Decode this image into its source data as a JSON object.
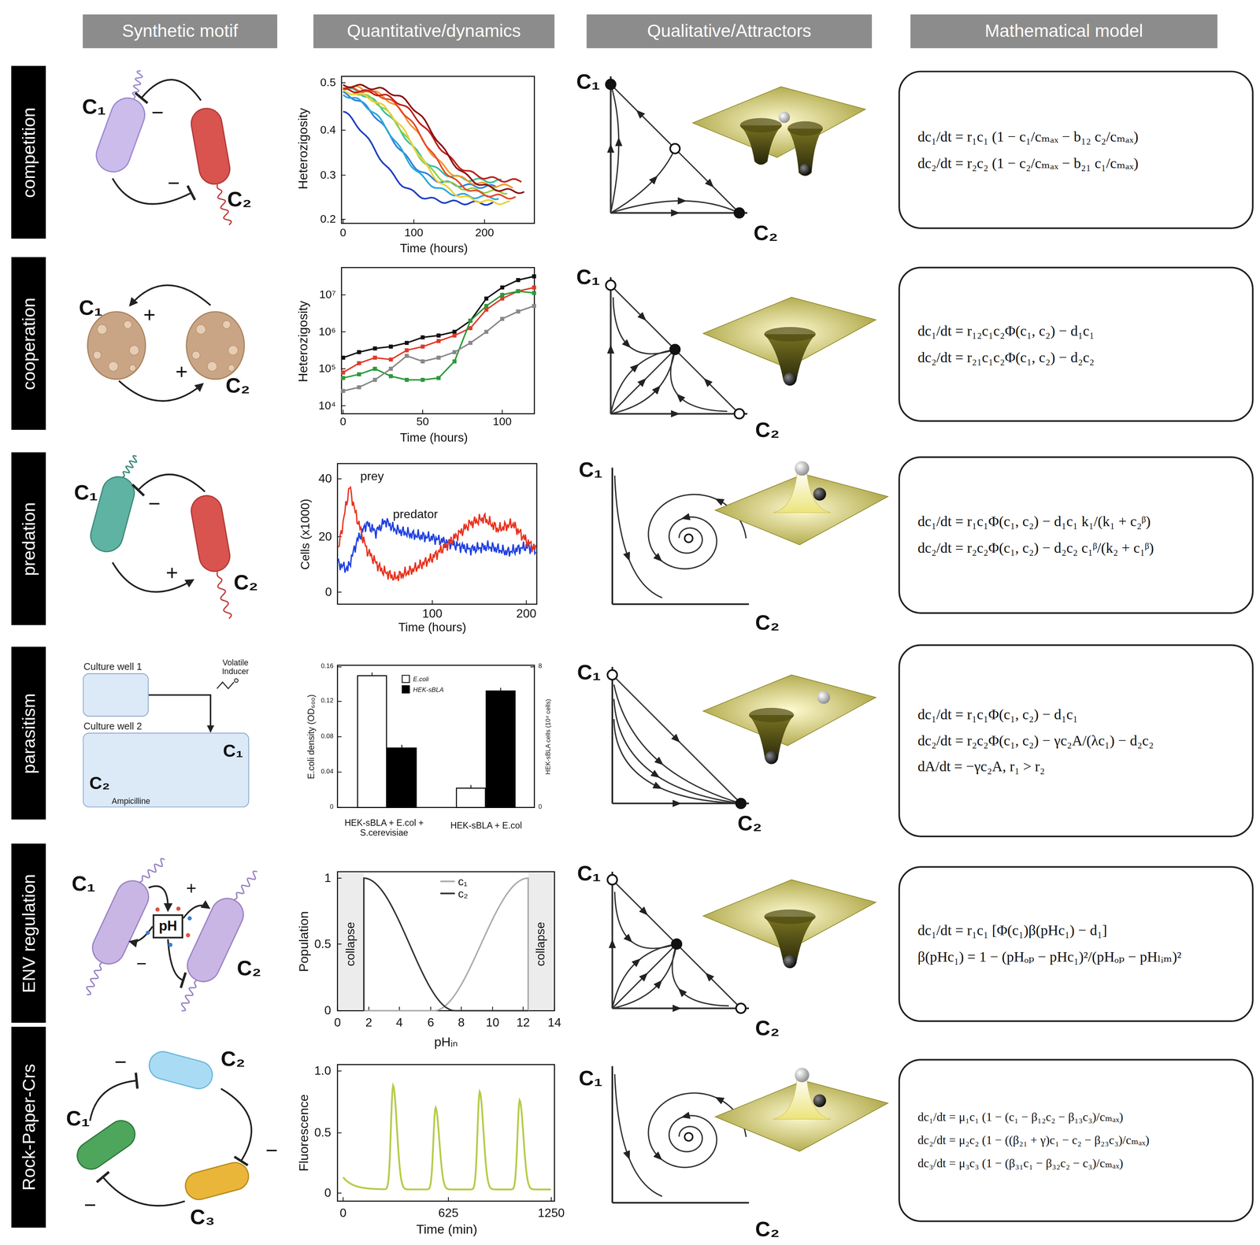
{
  "diagram": {
    "nodes": [
      {
        "text": [
          "Synthetic motif"
        ]
      },
      {
        "text": [
          "Quantitative/dynamics"
        ]
      },
      {
        "text": [
          "Qualitative/Attractors"
        ]
      },
      {
        "text": [
          "Mathematical model"
        ]
      },
      {
        "text": [
          "competition"
        ]
      },
      {
        "text": [
          "cooperation"
        ]
      },
      {
        "text": [
          "predation"
        ]
      },
      {
        "text": [
          "parasitism"
        ]
      },
      {
        "text": [
          "ENV regulation"
        ]
      },
      {
        "text": [
          "Rock-Paper-Crs"
        ]
      },
      {
        "text": [
          "dc₁/dt = r₁c₁ (1 − c₁/cₘₐₓ − b₁₂ c₂/cₘₐₓ)",
          "dc₂/dt = r₂c₂ (1 − c₂/cₘₐₓ − b₂₁ c₁/cₘₐₓ)"
        ]
      },
      {
        "text": [
          "dc₁/dt = r₁₂c₁c₂Φ(c₁, c₂) − d₁c₁",
          "dc₂/dt = r₂₁c₁c₂Φ(c₁, c₂) − d₂c₂"
        ]
      },
      {
        "text": [
          "dc₁/dt = r₁c₁Φ(c₁, c₂) − d₁c₁ k₁/(k₁ + c₂ᵝ)",
          "dc₂/dt = r₂c₂Φ(c₁, c₂) − d₂c₂ c₁ᵝ/(k₂ + c₁ᵝ)"
        ]
      },
      {
        "text": [
          "dc₁/dt = r₁c₁Φ(c₁, c₂) − d₁c₁",
          "dc₂/dt = r₂c₂Φ(c₁, c₂) − γc₂A/(λc₁) − d₂c₂",
          "dA/dt = −γc₂A, r₁ > r₂"
        ]
      },
      {
        "text": [
          "dc₁/dt = r₁c₁ [Φ(c₁)β(pHc₁) − d₁]",
          "β(pHc₁) = 1 − (pHₒₚ − pHc₁)²/(pHₒₚ − pHₗᵢₘ)²"
        ]
      },
      {
        "text": [
          "dc₁/dt = μ₁c₁ (1 − (c₁ − β₁₂c₂ − β₁₃c₃)/cₘₐₓ)",
          "dc₂/dt = μ₂c₂ (1 − ((β₂₁ + γ)c₁ − c₂ − β₂₃c₃)/cₘₐₓ)",
          "dc₃/dt = μ₃c₃ (1 − (β₃₁c₁ − β₃₂c₂ − c₃)/cₘₐₓ)"
        ]
      },
      {
        "text": [
          "Culture well 1"
        ]
      },
      {
        "text": [
          "Culture well 2"
        ]
      },
      {
        "text": [
          "pH"
        ]
      }
    ],
    "edges": [
      {
        "from": 16,
        "to": 17,
        "arrow": "to"
      }
    ],
    "labels": [
      "C₁",
      "−",
      "−",
      "C₂",
      "Heterozigosity",
      "0.5",
      "0.4",
      "0.3",
      "0.2",
      "0",
      "100",
      "200",
      "Time (hours)",
      "C₁",
      "C₂",
      "C₁",
      "+",
      "+",
      "C₂",
      "Heterozigosity",
      "10⁷",
      "10⁶",
      "10⁵",
      "10⁴",
      "0",
      "50",
      "100",
      "Time (hours)",
      "C₁",
      "C₂",
      "C₁",
      "−",
      "+",
      "C₂",
      "prey",
      "predator",
      "Cells (x1000)",
      "40",
      "20",
      "0",
      "100",
      "200",
      "Time (hours)",
      "C₁",
      "C₂",
      "Volatile Inducer",
      "C₁",
      "C₂",
      "Ampicilline",
      "0.16",
      "0.12",
      "0.08",
      "0.04",
      "0",
      "8",
      "0",
      "E.coli density (OD₆₀₀)",
      "HEK-sBLA cells (10⁴ cells)",
      "HEK-sBLA + E.col + S.cerevisiae",
      "HEK-sBLA + E.col",
      "C₁",
      "C₂",
      "C₁",
      "+",
      "−",
      "C₂",
      "collapse",
      "collapse",
      "Population",
      "1",
      "0.5",
      "0",
      "0",
      "2",
      "4",
      "6",
      "8",
      "10",
      "12",
      "14",
      "pHᵢₙ",
      "C₁",
      "C₂",
      "C₂",
      "C₁",
      "C₃",
      "−",
      "−",
      "−",
      "Fluorescence",
      "1.0",
      "0.5",
      "0",
      "0",
      "625",
      "1250",
      "Time (min)",
      "C₁",
      "C₂"
    ],
    "legend": [
      {
        "text": "E.coli",
        "color": "#ffffff"
      },
      {
        "text": "HEK-sBLA",
        "color": "#000000"
      },
      {
        "text": "c₁"
      },
      {
        "text": "c₂"
      }
    ]
  }
}
